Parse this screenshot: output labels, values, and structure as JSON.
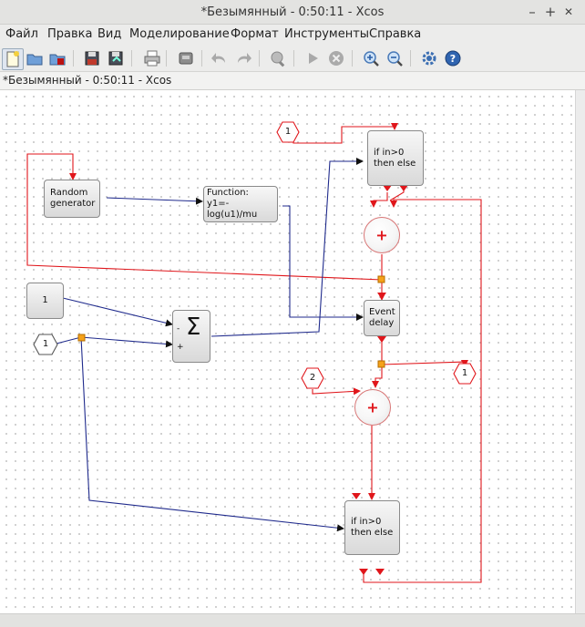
{
  "window": {
    "title": "*Безымянный - 0:50:11 - Xcos",
    "controls": {
      "minimize": "–",
      "maximize": "+",
      "close": "✕"
    }
  },
  "menu": [
    "Файл",
    "Правка",
    "Вид",
    "Моделирование",
    "Формат",
    "Инструменты",
    "Справка"
  ],
  "toolbar": {
    "icons": [
      "new-diagram-icon",
      "open-icon",
      "open-file-icon",
      "save-icon",
      "save-as-icon",
      "print-icon",
      "export-icon",
      "undo-icon",
      "redo-icon",
      "fit-diagram-icon",
      "start-icon",
      "stop-icon",
      "zoom-in-icon",
      "zoom-out-icon",
      "setup-icon",
      "help-icon"
    ]
  },
  "tab": {
    "title": "*Безымянный - 0:50:11 - Xcos"
  },
  "diagram": {
    "blocks": {
      "random_generator": "Random\ngenerator",
      "function": "Function:\ny1=-log(u1)/mu",
      "if_top": "if in>0\nthen else",
      "event_delay": "Event\ndelay",
      "if_bottom": "if in>0\nthen else",
      "const_1": "1",
      "sum_symbol": "Σ",
      "sum_minus": "-",
      "sum_plus": "+",
      "adder_top": "+",
      "adder_bottom": "+"
    },
    "inputs": {
      "hex_top": "1",
      "hex_left": "1",
      "hex_two": "2",
      "hex_right": "1"
    },
    "colors": {
      "activation_link": "#e0161b",
      "data_link": "#1f2a8c",
      "split_point": "#f5a21a"
    }
  }
}
